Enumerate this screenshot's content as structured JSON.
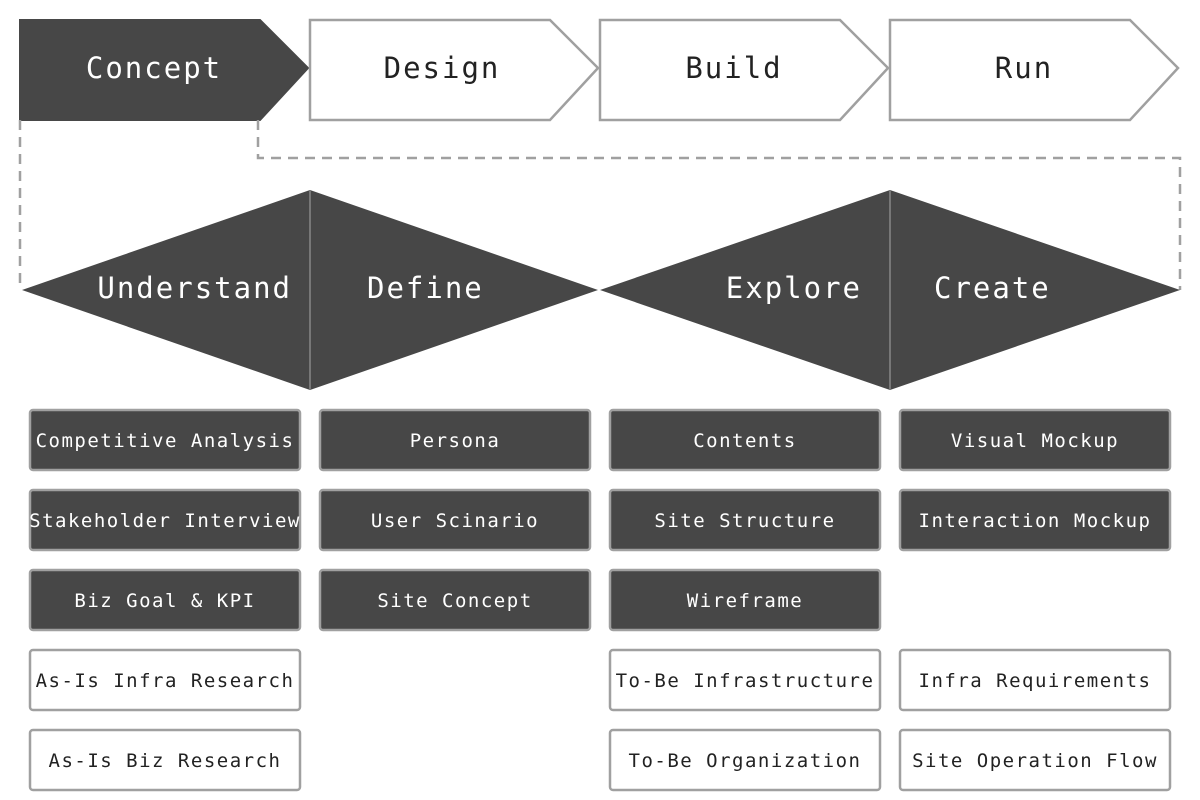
{
  "stages": [
    {
      "label": "Concept",
      "active": true
    },
    {
      "label": "Design",
      "active": false
    },
    {
      "label": "Build",
      "active": false
    },
    {
      "label": "Run",
      "active": false
    }
  ],
  "phases": [
    "Understand",
    "Define",
    "Explore",
    "Create"
  ],
  "columns": [
    {
      "tasks": [
        {
          "label": "Competitive Analysis",
          "filled": true
        },
        {
          "label": "Stakeholder Interview",
          "filled": true
        },
        {
          "label": "Biz Goal & KPI",
          "filled": true
        },
        {
          "label": "As-Is Infra Research",
          "filled": false
        },
        {
          "label": "As-Is Biz Research",
          "filled": false
        }
      ]
    },
    {
      "tasks": [
        {
          "label": "Persona",
          "filled": true
        },
        {
          "label": "User Scinario",
          "filled": true
        },
        {
          "label": "Site Concept",
          "filled": true
        }
      ]
    },
    {
      "tasks": [
        {
          "label": "Contents",
          "filled": true
        },
        {
          "label": "Site Structure",
          "filled": true
        },
        {
          "label": "Wireframe",
          "filled": true
        },
        {
          "label": "To-Be Infrastructure",
          "filled": false
        },
        {
          "label": "To-Be Organization",
          "filled": false
        }
      ]
    },
    {
      "tasks": [
        {
          "label": "Visual Mockup",
          "filled": true
        },
        {
          "label": "Interaction Mockup",
          "filled": true
        },
        {
          "label": "",
          "filled": null
        },
        {
          "label": "Infra Requirements",
          "filled": false
        },
        {
          "label": "Site Operation Flow",
          "filled": false
        }
      ]
    }
  ],
  "colors": {
    "dark": "#474747",
    "border": "#a0a0a0",
    "light_text": "#ffffff",
    "dark_text": "#222222"
  }
}
